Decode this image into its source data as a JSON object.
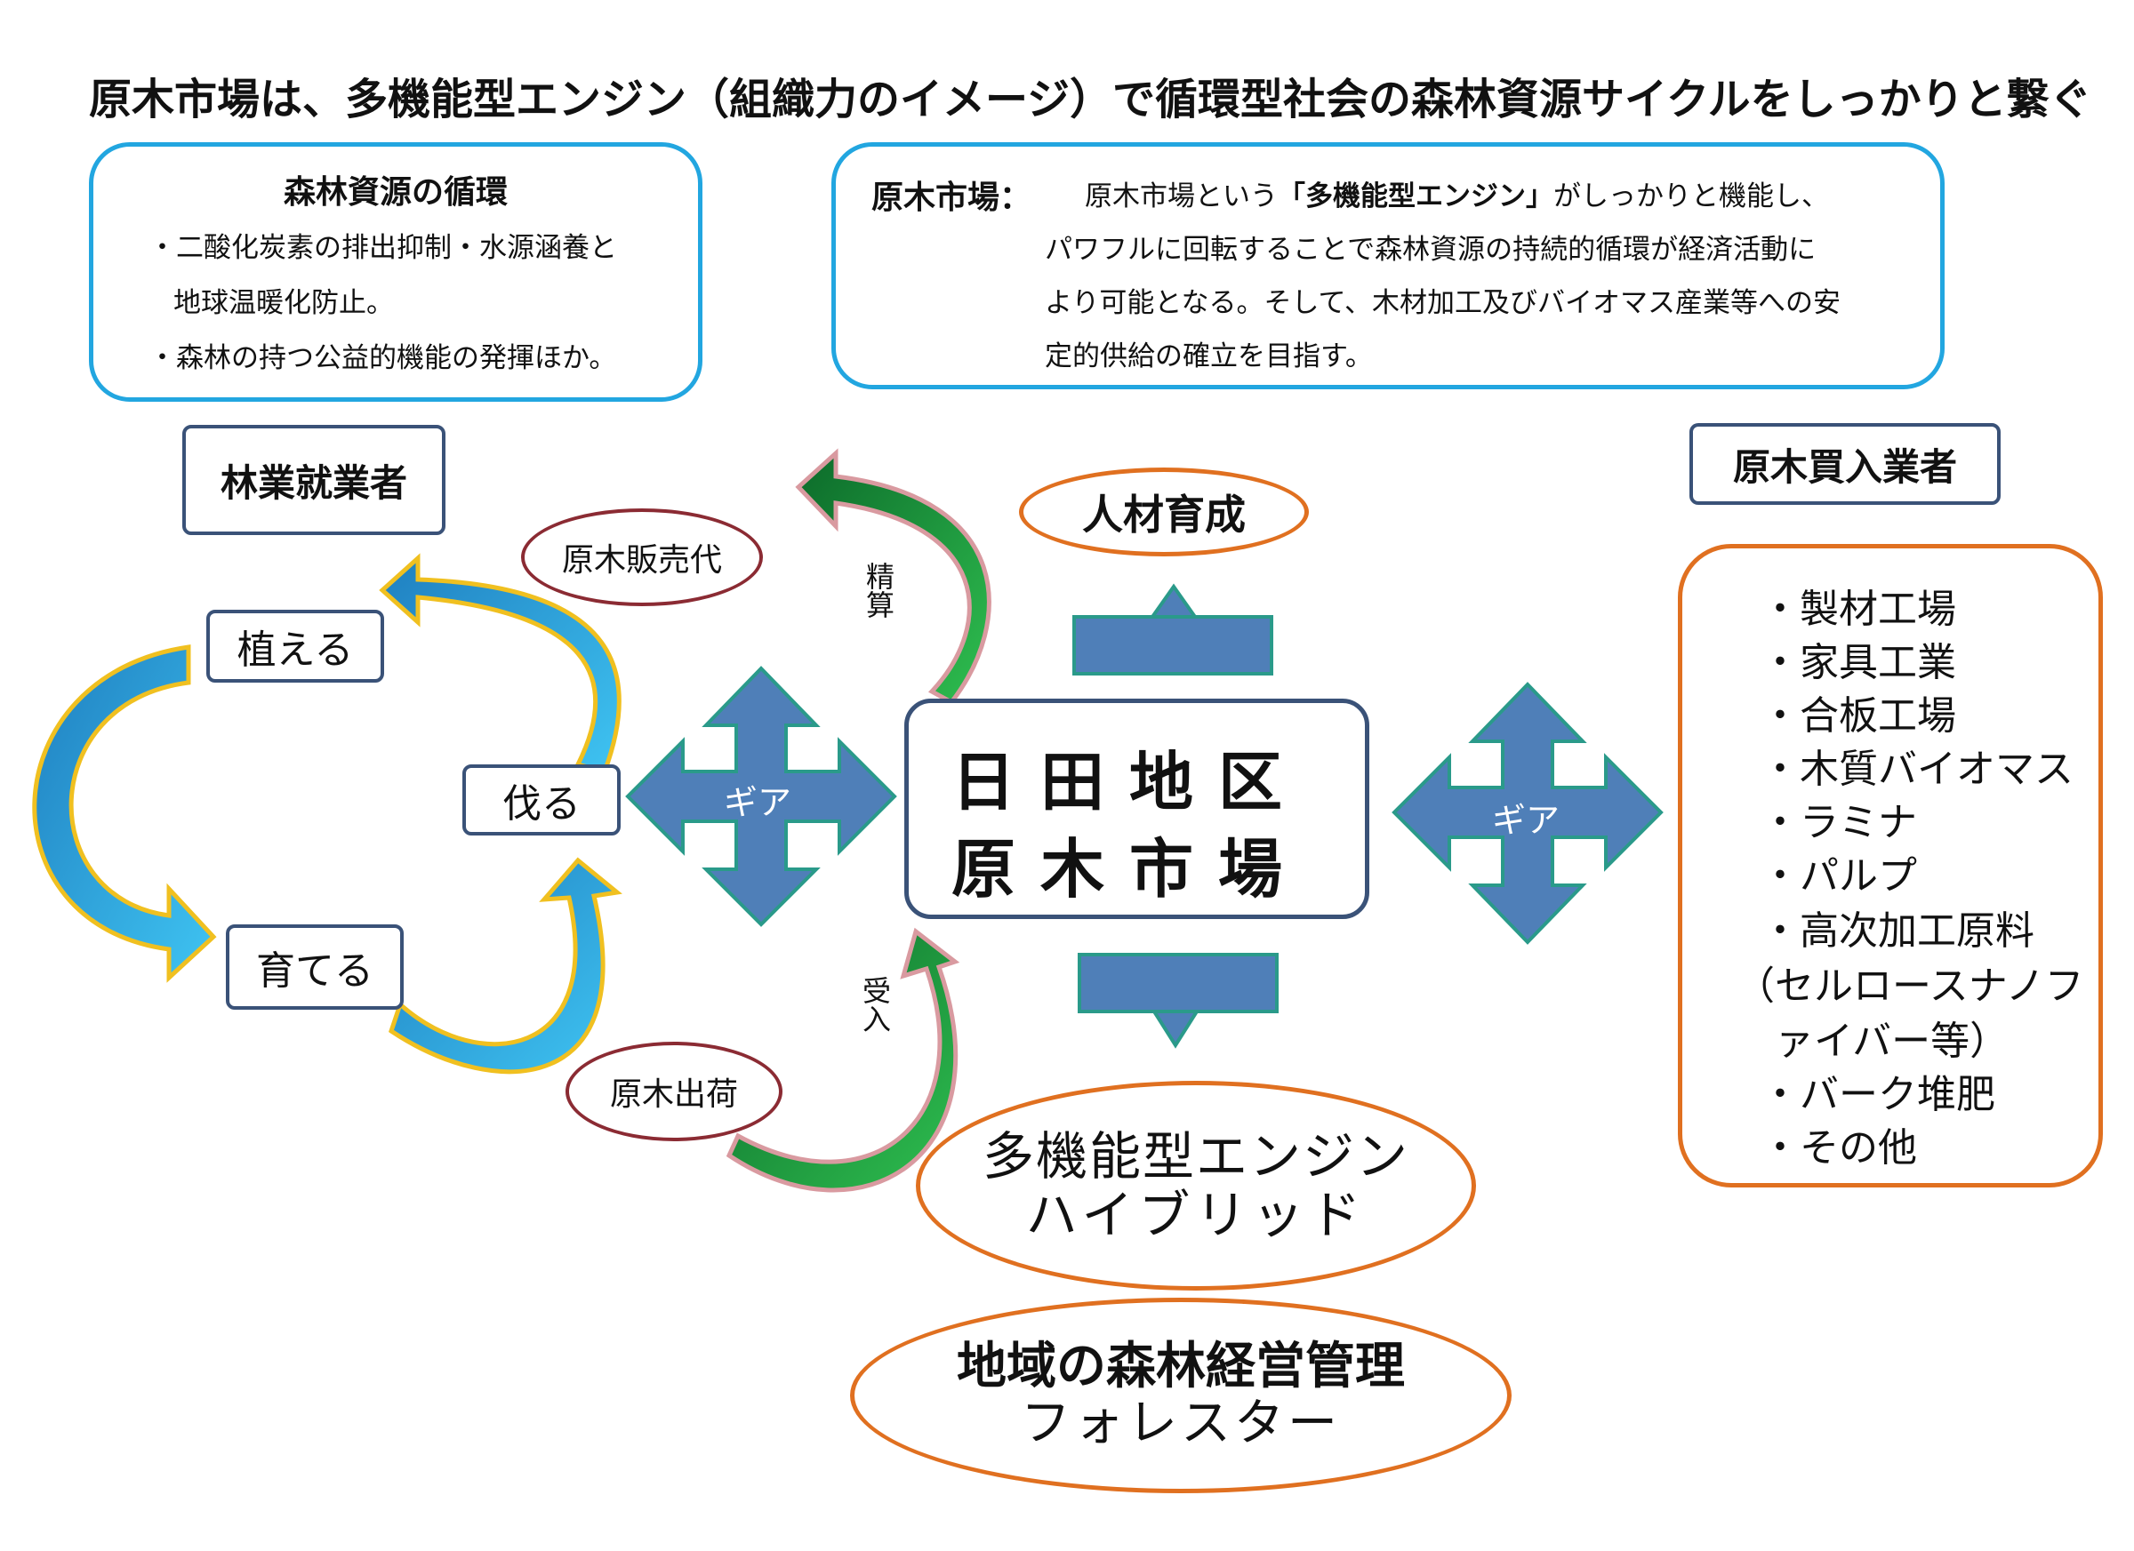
{
  "title": "原木市場は、多機能型エンジン（組織力のイメージ）で循環型社会の森林資源サイクルをしっかりと繋ぐ",
  "forest_cycle_box": {
    "heading": "森林資源の循環",
    "lines": [
      "・二酸化炭素の排出抑制・水源涵養と",
      "地球温暖化防止。",
      "・森林の持つ公益的機能の発揮ほか。"
    ]
  },
  "market_box": {
    "label": "原木市場：",
    "line1_pre": "原木市場という",
    "line1_bold": "「多機能型エンジン」",
    "line1_post": "がしっかりと機能し、",
    "lines": [
      "パワフルに回転することで森林資源の持続的循環が経済活動に",
      "より可能となる。そして、木材加工及びバイオマス産業等への安",
      "定的供給の確立を目指す。"
    ]
  },
  "forestry_workers": "林業就業者",
  "log_buyers": "原木買入業者",
  "cycle": {
    "plant": "植える",
    "cut": "伐る",
    "grow": "育てる"
  },
  "log_sale_price": "原木販売代",
  "log_shipment": "原木出荷",
  "settlement": "精算",
  "receipt": "受入",
  "gear_left": "ギア",
  "gear_right": "ギア",
  "center": {
    "line1": "日田地区",
    "line2": "原木市場"
  },
  "hr_development": "人材育成",
  "engine": {
    "line1": "多機能型エンジン",
    "line2": "ハイブリッド"
  },
  "forester": {
    "line1": "地域の森林経営管理",
    "line2": "フォレスター"
  },
  "buyers_list": [
    "・製材工場",
    "・家具工業",
    "・合板工場",
    "・木質バイオマス",
    "・ラミナ",
    "・パルプ",
    "・高次加工原料",
    "（セルロースナノフ",
    "　ァイバー等）",
    "・バーク堆肥",
    "・その他"
  ],
  "colors": {
    "cyan_border": "#22a6e0",
    "navy": "#3a5278",
    "orange": "#e07020",
    "dark_red": "#8b2b33",
    "gear_fill": "#4f7fb8",
    "gear_stroke": "#2a9a8a",
    "green": "#20a040",
    "blue_arrow": "#2ab0e8",
    "gold": "#f0c020"
  }
}
